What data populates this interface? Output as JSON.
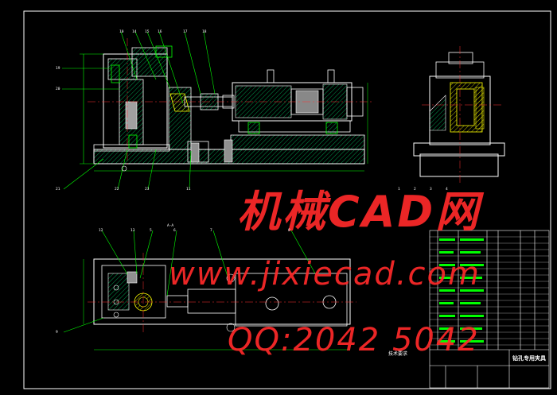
{
  "watermark": {
    "title": "机械CAD网",
    "url": "www.jixiecad.com",
    "qq": "QQ:2042 5042"
  },
  "title_block": {
    "drawing_title": "钻孔专用夹具"
  },
  "section_label": "A-A",
  "tech_requirements": "技术要求",
  "part_callouts": [
    "10",
    "14",
    "15",
    "16",
    "17",
    "18",
    "19",
    "20",
    "21",
    "22",
    "23",
    "11",
    "12",
    "13",
    "5",
    "6",
    "7",
    "8",
    "9",
    "1",
    "2",
    "3",
    "4"
  ],
  "colors": {
    "frame": "#ffffff",
    "outline": "#00ff00",
    "hatch": "#00c060",
    "center": "#ff3030",
    "body": "#ffffff",
    "yellow": "#ffff00",
    "watermark": "#ff2a2a",
    "cyan": "#00ffff"
  }
}
